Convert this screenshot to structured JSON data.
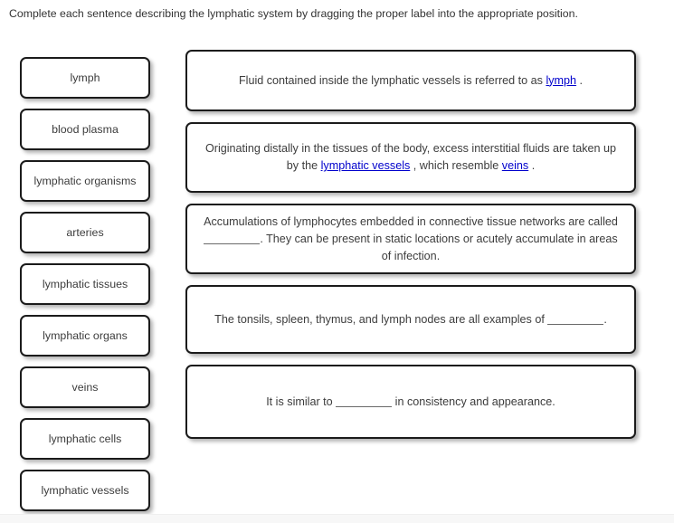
{
  "instruction": "Complete each sentence describing the lymphatic system by dragging the proper label into the appropriate position.",
  "colors": {
    "answer_blue": "#0000cc",
    "text_gray": "#3c3c3c",
    "border_dark": "#1b1b1b",
    "page_background": "#ffffff"
  },
  "labels": [
    {
      "text": "lymph"
    },
    {
      "text": "blood plasma"
    },
    {
      "text": "lymphatic organisms"
    },
    {
      "text": "arteries"
    },
    {
      "text": "lymphatic tissues"
    },
    {
      "text": "lymphatic organs"
    },
    {
      "text": "veins"
    },
    {
      "text": "lymphatic cells"
    },
    {
      "text": "lymphatic vessels"
    }
  ],
  "sentences": [
    {
      "id": "sentence-1",
      "parts": {
        "p1": "Fluid contained inside the lymphatic vessels is referred to as ",
        "answer1": "lymph",
        "p2": " ."
      },
      "answered": true
    },
    {
      "id": "sentence-2",
      "parts": {
        "p1": "Originating distally in the tissues of the body, excess interstitial fluids are taken up by the ",
        "answer1": "lymphatic vessels",
        "p2": " , which resemble ",
        "answer2": "veins",
        "p3": " ."
      },
      "answered": true
    },
    {
      "id": "sentence-3",
      "parts": {
        "p1": "Accumulations of lymphocytes embedded in connective tissue networks are called ",
        "p2": ". They can be present in static locations or acutely accumulate in areas of infection."
      },
      "answered": false
    },
    {
      "id": "sentence-4",
      "parts": {
        "p1": "The tonsils, spleen, thymus, and lymph nodes are all examples of ",
        "p2": "."
      },
      "answered": false
    },
    {
      "id": "sentence-5",
      "parts": {
        "p1": "It is similar to ",
        "p2": " in consistency and appearance."
      },
      "answered": false
    }
  ]
}
